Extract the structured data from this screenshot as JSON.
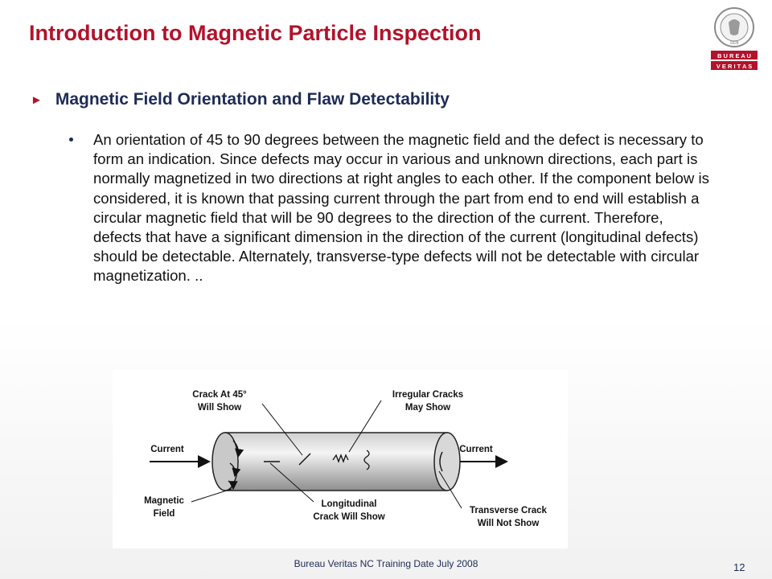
{
  "slide": {
    "title": "Introduction to Magnetic Particle Inspection",
    "section_heading": "Magnetic Field Orientation and Flaw Detectability",
    "paragraph": "An orientation of 45 to 90 degrees between the magnetic field and the defect is necessary to form an indication. Since defects may occur in various and unknown directions, each part is normally magnetized in two directions at right angles to each other. If the component below is considered, it is known that passing current through the part from end to end will establish a circular magnetic field that will be 90 degrees to the direction of the current. Therefore, defects that have a significant dimension in the direction of the current (longitudinal defects) should be detectable. Alternately, transverse-type defects will not be detectable with circular magnetization. ..",
    "footer": "Bureau Veritas NC Training Date July 2008",
    "page_number": "12"
  },
  "logo": {
    "ring_text": "BUREAU VERITAS",
    "year": "1828",
    "word_top": "B U R E A U",
    "word_bottom": "V E R I T A S"
  },
  "figure": {
    "labels": {
      "crack45_l1": "Crack At 45°",
      "crack45_l2": "Will Show",
      "irregular_l1": "Irregular Cracks",
      "irregular_l2": "May Show",
      "current_left": "Current",
      "current_right": "Current",
      "magnetic_l1": "Magnetic",
      "magnetic_l2": "Field",
      "longitudinal_l1": "Longitudinal",
      "longitudinal_l2": "Crack Will Show",
      "transverse_l1": "Transverse Crack",
      "transverse_l2": "Will Not Show"
    }
  },
  "colors": {
    "title": "#b3122b",
    "heading": "#1e2b54",
    "logo_red": "#b3122b"
  }
}
